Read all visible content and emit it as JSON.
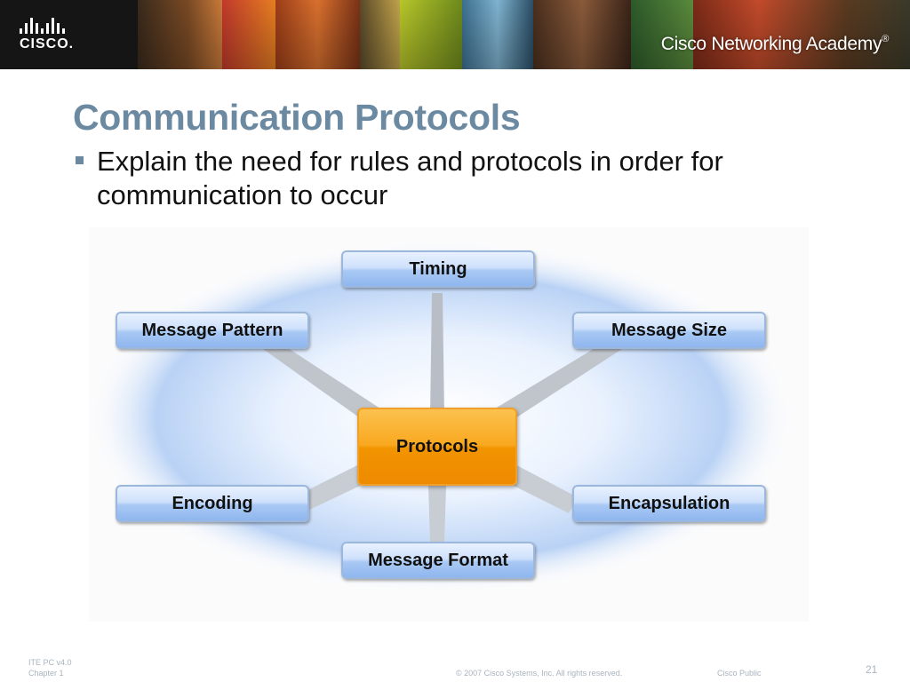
{
  "header": {
    "logo_text": "CISCO.",
    "academy_title": "Cisco Networking Academy",
    "registered_mark": "®"
  },
  "slide": {
    "title": "Communication Protocols",
    "bullet": "Explain the need for rules and protocols in order for communication to occur"
  },
  "diagram": {
    "center": "Protocols",
    "nodes": {
      "timing": "Timing",
      "message_pattern": "Message Pattern",
      "message_size": "Message Size",
      "encoding": "Encoding",
      "encapsulation": "Encapsulation",
      "message_format": "Message Format"
    }
  },
  "footer": {
    "version": "ITE PC v4.0",
    "chapter": "Chapter 1",
    "copyright": "© 2007 Cisco Systems, Inc. All rights reserved.",
    "classification": "Cisco Public",
    "page_number": "21"
  },
  "colors": {
    "title": "#6b8aa2",
    "node_fill": "#a9c9f4",
    "center_fill": "#f29400",
    "banner": "#1b1b1b"
  }
}
